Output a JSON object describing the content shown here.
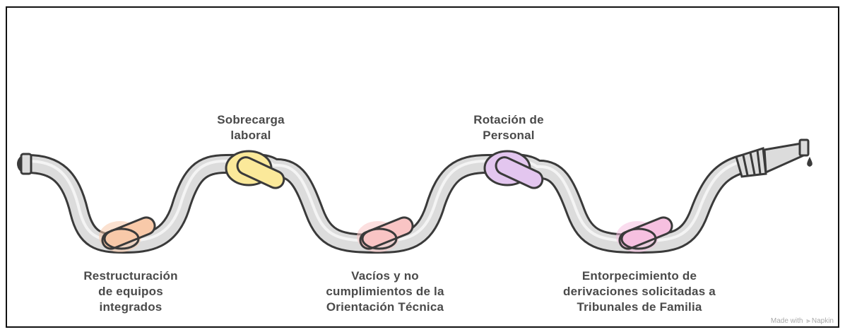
{
  "diagram": {
    "knots": [
      {
        "lines": [
          "Restructuración",
          "de equipos",
          "integrados"
        ],
        "color": "#f8c9a9"
      },
      {
        "lines": [
          "Sobrecarga",
          "laboral"
        ],
        "color": "#fbe99a"
      },
      {
        "lines": [
          "Vacíos y no",
          "cumplimientos de la",
          "Orientación Técnica"
        ],
        "color": "#f9c4c4"
      },
      {
        "lines": [
          "Rotación de",
          "Personal"
        ],
        "color": "#e3c6ef"
      },
      {
        "lines": [
          "Entorpecimiento de",
          "derivaciones solicitadas a",
          "Tribunales de Familia"
        ],
        "color": "#f6c0e0"
      }
    ],
    "watermark": {
      "prefix": "Made with",
      "brand": "Napkin"
    }
  },
  "colors": {
    "hose_outline": "#3a3a3a",
    "hose_fill": "#dcdcdc",
    "text": "#4a4a4a"
  }
}
